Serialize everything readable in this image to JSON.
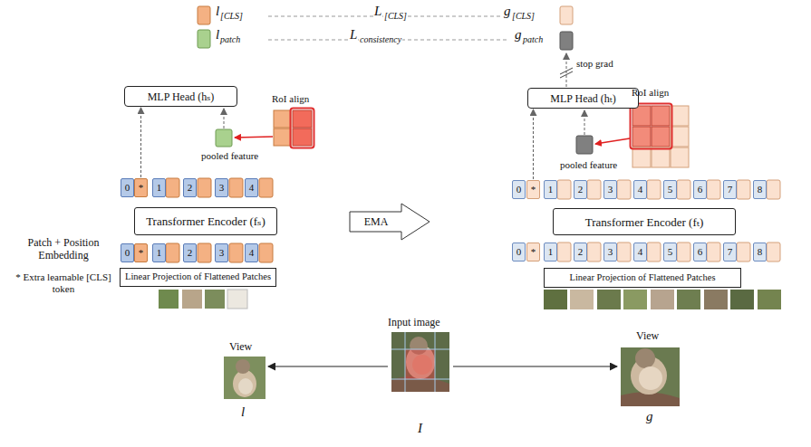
{
  "diagram": {
    "nodes": [
      {
        "text": [
          "MLP Head (hₛ)"
        ]
      },
      {
        "text": [
          "MLP Head (hₜ)"
        ]
      },
      {
        "text": [
          "0"
        ]
      },
      {
        "text": [
          "*"
        ]
      },
      {
        "text": [
          "1"
        ]
      },
      {
        "text": [
          "2"
        ]
      },
      {
        "text": [
          "3"
        ]
      },
      {
        "text": [
          "4"
        ]
      },
      {
        "text": [
          "0"
        ]
      },
      {
        "text": [
          "*"
        ]
      },
      {
        "text": [
          "1"
        ]
      },
      {
        "text": [
          "2"
        ]
      },
      {
        "text": [
          "3"
        ]
      },
      {
        "text": [
          "4"
        ]
      },
      {
        "text": [
          "5"
        ]
      },
      {
        "text": [
          "6"
        ]
      },
      {
        "text": [
          "7"
        ]
      },
      {
        "text": [
          "8"
        ]
      },
      {
        "text": [
          "Transformer Encoder (fₛ)"
        ]
      },
      {
        "text": [
          "EMA"
        ]
      },
      {
        "text": [
          "Transformer Encoder (fₜ)"
        ]
      },
      {
        "text": [
          "0"
        ]
      },
      {
        "text": [
          "*"
        ]
      },
      {
        "text": [
          "1"
        ]
      },
      {
        "text": [
          "2"
        ]
      },
      {
        "text": [
          "3"
        ]
      },
      {
        "text": [
          "4"
        ]
      },
      {
        "text": [
          "0"
        ]
      },
      {
        "text": [
          "*"
        ]
      },
      {
        "text": [
          "1"
        ]
      },
      {
        "text": [
          "2"
        ]
      },
      {
        "text": [
          "3"
        ]
      },
      {
        "text": [
          "4"
        ]
      },
      {
        "text": [
          "5"
        ]
      },
      {
        "text": [
          "6"
        ]
      },
      {
        "text": [
          "7"
        ]
      },
      {
        "text": [
          "8"
        ]
      },
      {
        "text": [
          "Linear Projection of Flattened Patches"
        ]
      },
      {
        "text": [
          "Linear Projection of Flattened Patches"
        ]
      }
    ],
    "edges": [
      {
        "from": 3,
        "to": 0,
        "arrow": "to"
      },
      {
        "from": 9,
        "to": 1,
        "arrow": "to"
      }
    ],
    "labels": [
      "l",
      "[CLS]",
      "L",
      "[CLS]",
      "g",
      "[CLS]",
      "l",
      "patch",
      "L",
      "consistency",
      "g",
      "patch",
      "stop grad",
      "RoI align",
      "pooled feature",
      "RoI align",
      "pooled feature",
      "Patch + Position Embedding",
      "* Extra learnable [CLS] token",
      "Input image",
      "View",
      "l",
      "View",
      "g",
      "I"
    ]
  }
}
